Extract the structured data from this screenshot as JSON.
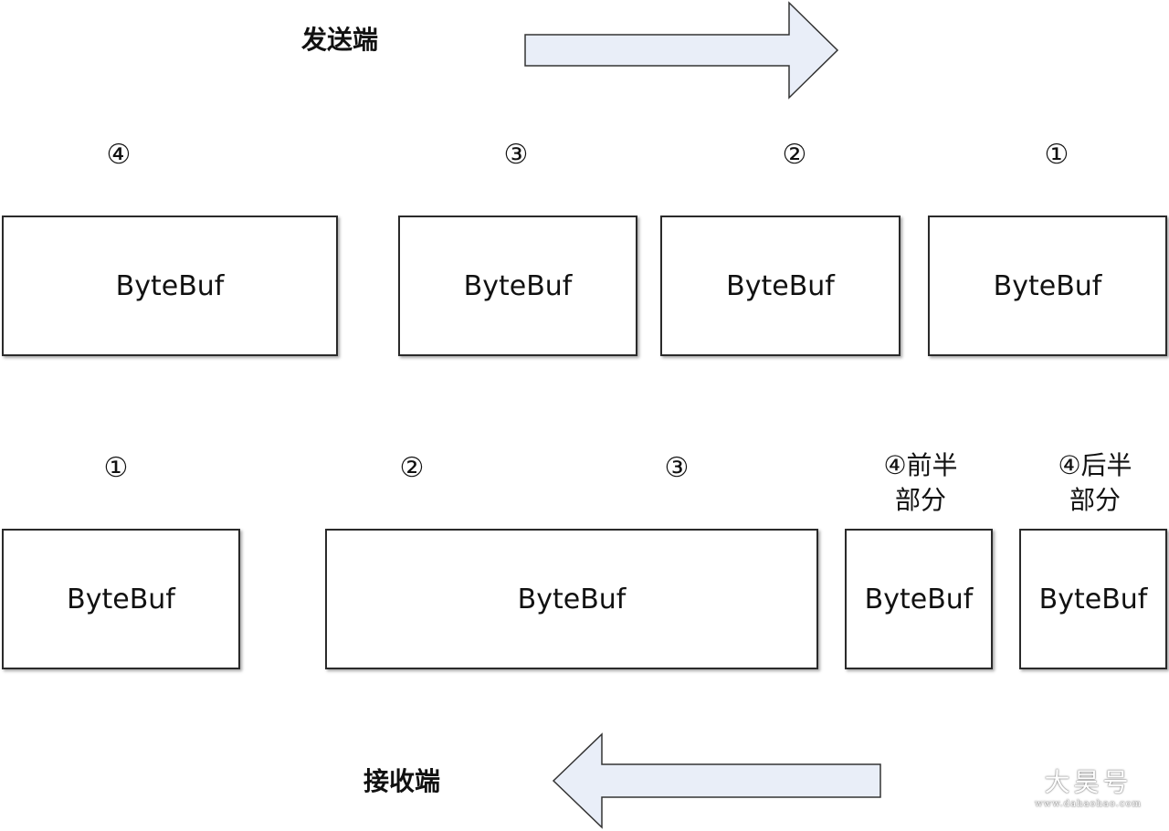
{
  "sender": {
    "label": "发送端",
    "numbers": [
      "④",
      "③",
      "②",
      "①"
    ],
    "boxes": [
      "ByteBuf",
      "ByteBuf",
      "ByteBuf",
      "ByteBuf"
    ]
  },
  "receiver": {
    "label": "接收端",
    "numbers": [
      "①",
      "②",
      "③",
      "④前半\n部分",
      "④后半\n部分"
    ],
    "boxes": [
      "ByteBuf",
      "ByteBuf",
      "ByteBuf",
      "ByteBuf"
    ]
  },
  "colors": {
    "arrow_fill": "#e9eef8",
    "arrow_stroke": "#333333",
    "box_border": "#2a2a2a"
  },
  "watermark": {
    "main": "大昊号",
    "sub": "www.dahaohao.com"
  }
}
